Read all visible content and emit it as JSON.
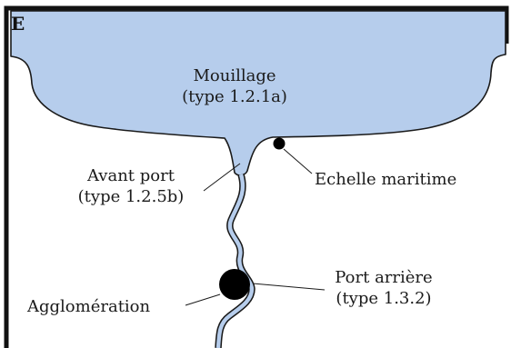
{
  "panel_letter": "E",
  "labels": {
    "mouillage_name": "Mouillage",
    "mouillage_type": "(type 1.2.1a)",
    "avant_port_name": "Avant port",
    "avant_port_type": "(type 1.2.5b)",
    "echelle": "Echelle maritime",
    "port_arriere_name": "Port arrière",
    "port_arriere_type": "(type 1.3.2)",
    "agglomeration": "Agglomération"
  },
  "colors": {
    "water": "#b6cdec",
    "outline": "#1a1a1a",
    "frame": "#111111",
    "marker": "#000000",
    "background": "#ffffff"
  }
}
